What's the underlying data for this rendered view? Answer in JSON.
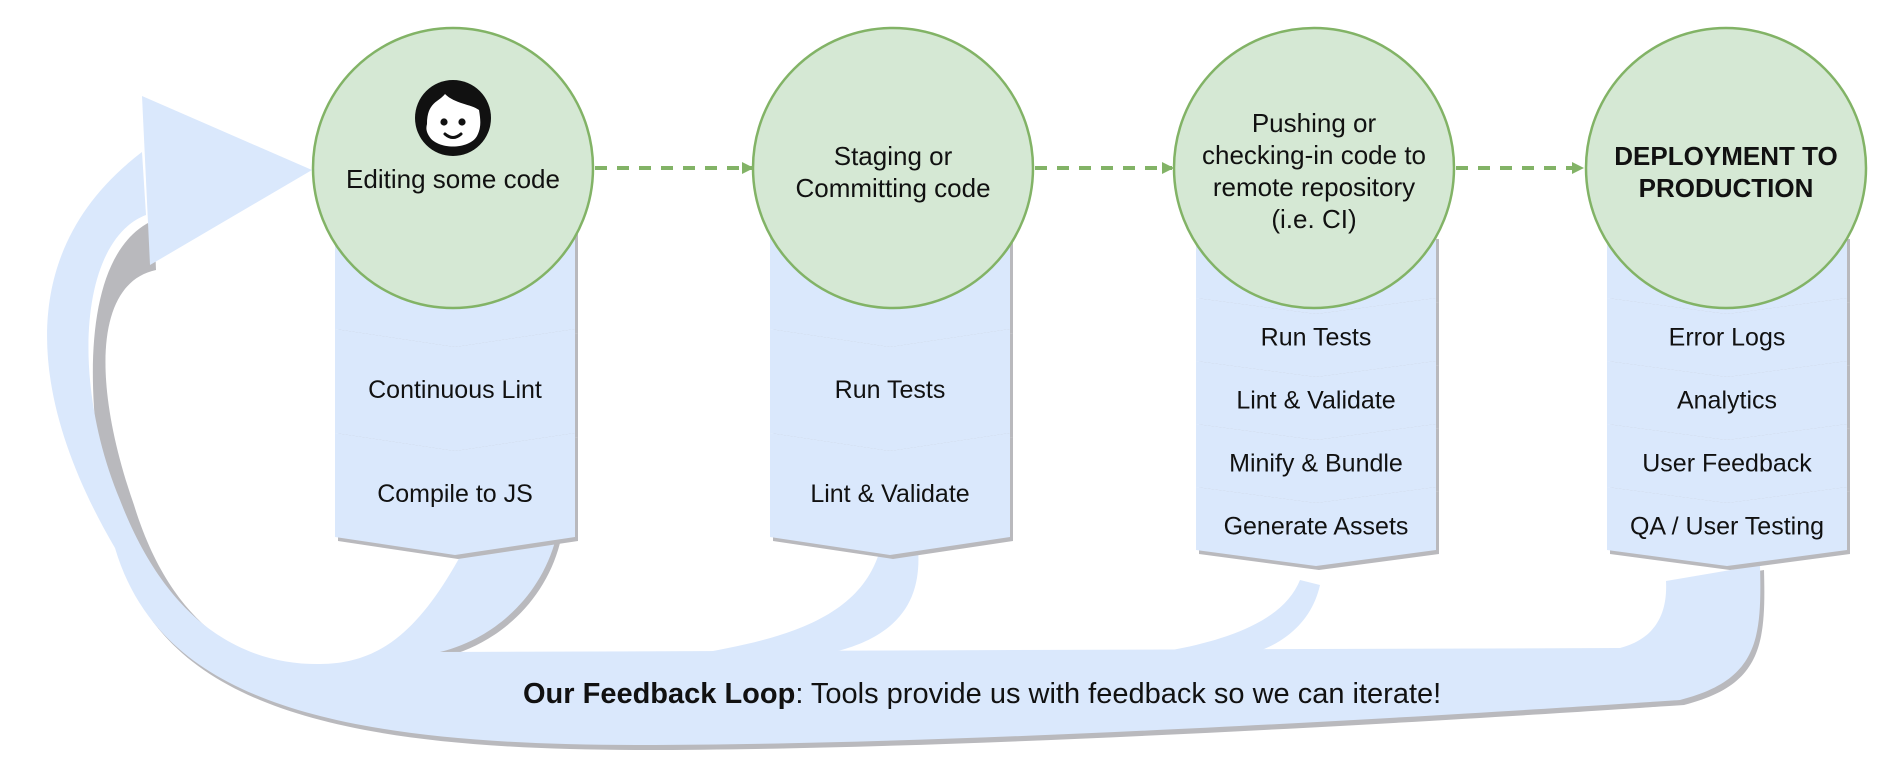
{
  "colors": {
    "loop_fill": "#dae8fc",
    "loop_shadow": "#b9b9bd",
    "stack_fill": "#dae8fc",
    "circle_fill": "#d5e8d4",
    "circle_stroke": "#82b366",
    "arrow": "#82b366",
    "text": "#111111"
  },
  "stages": [
    {
      "title_lines": [
        "Editing some code"
      ],
      "bold": false,
      "icon": "face-icon",
      "steps": [
        "Continuous Lint",
        "Compile to JS"
      ]
    },
    {
      "title_lines": [
        "Staging or",
        "Committing code"
      ],
      "bold": false,
      "steps": [
        "Run Tests",
        "Lint & Validate"
      ]
    },
    {
      "title_lines": [
        "Pushing or",
        "checking-in code to",
        "remote repository",
        "(i.e. CI)"
      ],
      "bold": false,
      "steps": [
        "Run Tests",
        "Lint & Validate",
        "Minify & Bundle",
        "Generate Assets"
      ]
    },
    {
      "title_lines": [
        "DEPLOYMENT TO",
        "PRODUCTION"
      ],
      "bold": true,
      "steps": [
        "Error Logs",
        "Analytics",
        "User Feedback",
        "QA / User Testing"
      ]
    }
  ],
  "footer": {
    "bold": "Our Feedback Loop",
    "rest": ": Tools provide us with feedback so we can iterate!"
  }
}
